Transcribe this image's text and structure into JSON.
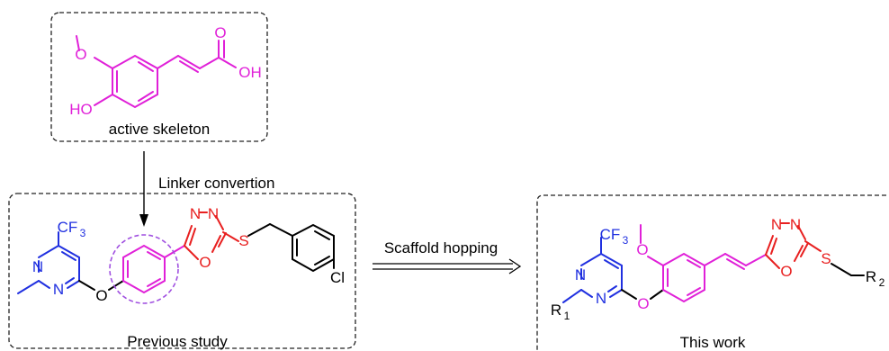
{
  "colors": {
    "magenta": "#e020d8",
    "blue": "#2030e0",
    "red": "#e82020",
    "purple": "#a050e0",
    "black": "#000000"
  },
  "captions": {
    "box_top": "active skeleton",
    "linker": "Linker convertion",
    "scaffold": "Scaffold hopping",
    "box_left": "Previous study",
    "box_right": "This work"
  },
  "atoms": {
    "o": "O",
    "oh": "OH",
    "ho": "HO",
    "n": "N",
    "s": "S",
    "cl": "Cl",
    "cf": "CF",
    "r": "R",
    "sub_3": "3",
    "sub_1": "1",
    "sub_2": "2"
  }
}
